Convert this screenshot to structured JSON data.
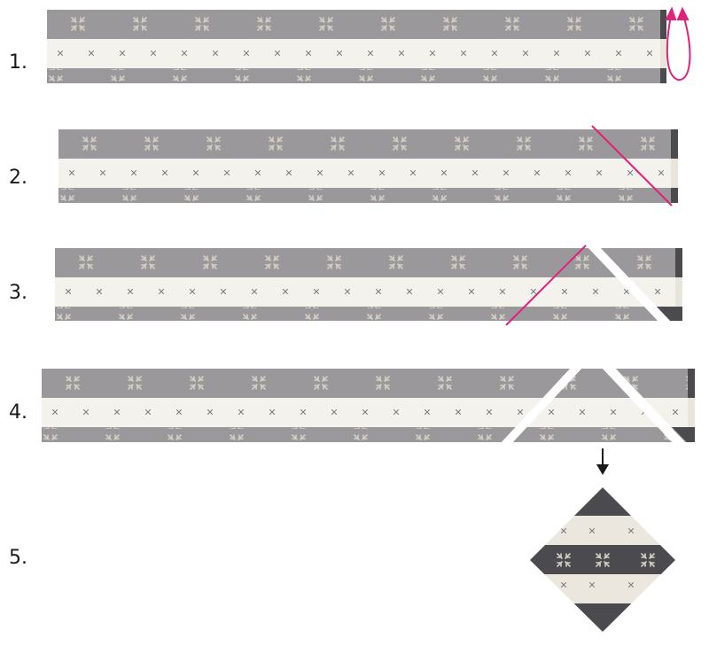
{
  "title": "Folded-corner strip cutting steps",
  "colors": {
    "gray": "#9a989b",
    "cream": "#f4f2ec",
    "dark": "#4a4a4f",
    "motif": "#d4cfc3",
    "x_mark": "#7a7a7a",
    "guide": "#e0227a",
    "arrow": "#1a1a1a"
  },
  "steps": [
    {
      "label": "1.",
      "description": "Fold strip end back (loop arrow)"
    },
    {
      "label": "2.",
      "description": "Diagonal cut line at right end"
    },
    {
      "label": "3.",
      "description": "Second diagonal cut line mirrored"
    },
    {
      "label": "4.",
      "description": "Triangle section removed"
    },
    {
      "label": "5.",
      "description": "Resulting diamond square"
    }
  ]
}
